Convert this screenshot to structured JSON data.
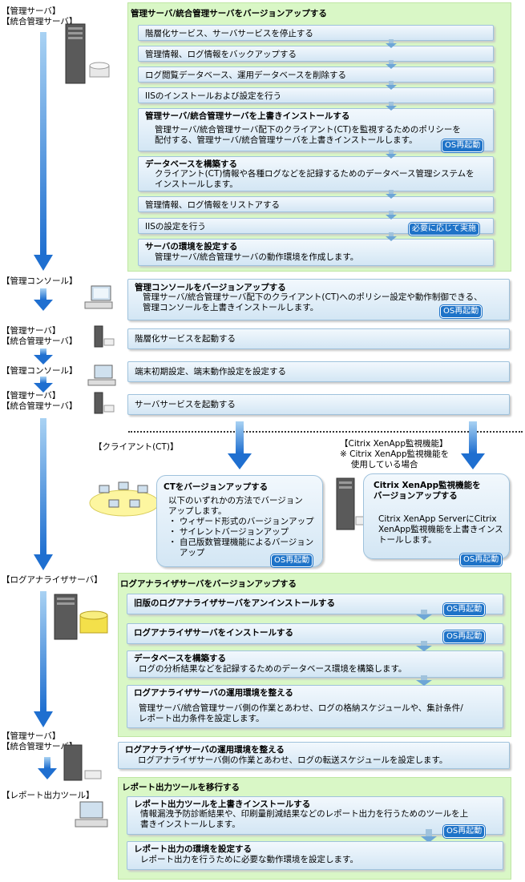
{
  "labels": {
    "mgr_server": "【管理サーバ】\n【統合管理サーバ】",
    "mgr_console": "【管理コンソール】",
    "mgr_server2": "【管理サーバ】\n【統合管理サーバ】",
    "mgr_console2": "【管理コンソール】",
    "mgr_server3": "【管理サーバ】\n【統合管理サーバ】",
    "client": "【クライアント(CT)】",
    "citrix": "【Citrix XenApp監視機能】\n※ Citrix XenApp監視機能を\n　 使用している場合",
    "log_analyzer": "【ログアナライザサーバ】",
    "mgr_server4": "【管理サーバ】\n【統合管理サーバ】",
    "report_tool": "【レポート出力ツール】"
  },
  "server_upgrade": {
    "title": "管理サーバ/統合管理サーバをバージョンアップする",
    "step1": "階層化サービス、サーバサービスを停止する",
    "step2": "管理情報、ログ情報をバックアップする",
    "step3": "ログ閲覧データベース、運用データベースを削除する",
    "step4": "IISのインストールおよび設定を行う",
    "step5_title": "管理サーバ/統合管理サーバを上書きインストールする",
    "step5_desc": "管理サーバ/統合管理サーバ配下のクライアント(CT)を監視するためのポリシーを\n配付する、管理サーバ/統合管理サーバを上書きインストールします。",
    "step6_title": "データベースを構築する",
    "step6_desc": "クライアント(CT)情報や各種ログなどを記録するためのデータベース管理システムを\nインストールします。",
    "step7": "管理情報、ログ情報をリストアする",
    "step8": "IISの設定を行う",
    "step8_badge": "必要に応じて実施",
    "step9_title": "サーバの環境を設定する",
    "step9_desc": "管理サーバ/統合管理サーバの動作環境を作成します。"
  },
  "console_upgrade": {
    "title": "管理コンソールをバージョンアップする",
    "desc": "管理サーバ/統合管理サーバ配下のクライアント(CT)へのポリシー設定や動作制御できる、\n管理コンソールを上書きインストールします。"
  },
  "start_hier": "階層化サービスを起動する",
  "terminal_settings": "端末初期設定、端末動作設定を設定する",
  "start_server": "サーバサービスを起動する",
  "ct_upgrade": {
    "title": "CTをバージョンアップする",
    "desc": "以下のいずれかの方法でバージョン\nアップします。\n・ ウィザード形式のバージョンアップ\n・ サイレントバージョンアップ\n・ 自己版数管理機能によるバージョン\n　 アップ"
  },
  "citrix_upgrade": {
    "title": "Citrix XenApp監視機能を\nバージョンアップする",
    "desc": "Citrix XenApp ServerにCitrix\nXenApp監視機能を上書きインス\nトールします。"
  },
  "log_upgrade": {
    "title": "ログアナライザサーバをバージョンアップする",
    "step1": "旧版のログアナライザサーバをアンインストールする",
    "step2": "ログアナライザサーバをインストールする",
    "step3_title": "データベースを構築する",
    "step3_desc": "ログの分析結果などを記録するためのデータベース環境を構築します。",
    "step4_title": "ログアナライザサーバの運用環境を整える",
    "step4_desc": "管理サーバ/統合管理サーバ側の作業とあわせ、ログの格納スケジュールや、集計条件/\nレポート出力条件を設定します。"
  },
  "server_log_env": {
    "title": "ログアナライザサーバの運用環境を整える",
    "desc": "ログアナライザサーバ側の作業とあわせ、ログの転送スケジュールを設定します。"
  },
  "report_migrate": {
    "title": "レポート出力ツールを移行する",
    "step1_title": "レポート出力ツールを上書きインストールする",
    "step1_desc": "情報漏洩予防診断結果や、印刷量削減結果などのレポート出力を行うためのツールを上\n書きインストールします。",
    "step2_title": "レポート出力の環境を設定する",
    "step2_desc": "レポート出力を行うために必要な動作環境を設定します。"
  },
  "reboot": "OS再起動",
  "colors": {
    "panel": "#d9f7c6",
    "box": "#dcebf6",
    "arrow": "#1f6fd0",
    "badge": "#1e73c8"
  }
}
